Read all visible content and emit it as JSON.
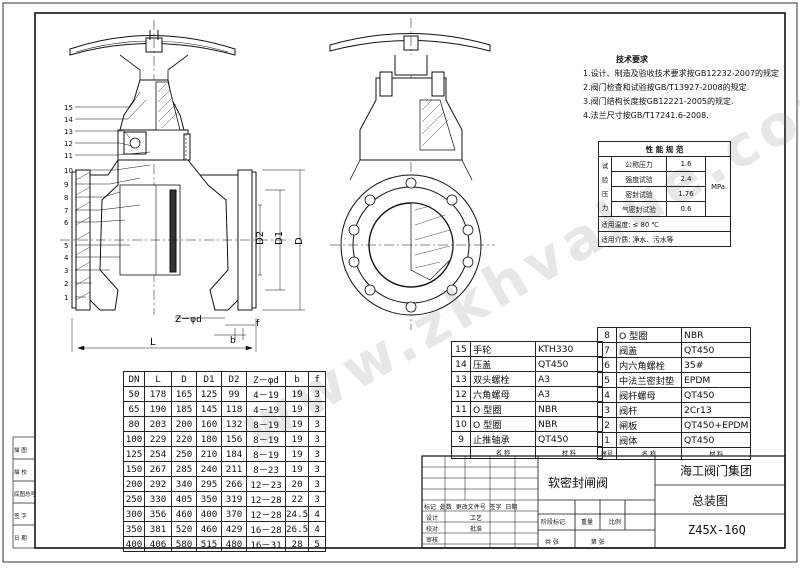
{
  "watermark": "www.zkhvalue.com",
  "technical_requirements": {
    "heading": "技术要求",
    "items": [
      "1.设计、制造及验收技术要求按GB12232-2007的规定",
      "2.阀门检查和试验按GB/T13927-2008的规定.",
      "3.阀门结构长度按GB12221-2005的规定.",
      "4.法兰尺寸按GB/T17241.6-2008."
    ]
  },
  "performance": {
    "heading": "性 能 规 范",
    "side_label": "试 验 压 力",
    "unit": "MPa",
    "rows": [
      {
        "name": "公称压力",
        "value": "1.6"
      },
      {
        "name": "强度试验",
        "value": "2.4"
      },
      {
        "name": "密封试验",
        "value": "1.76"
      },
      {
        "name": "气密封试验",
        "value": "0.6"
      }
    ],
    "temperature": "适用温度: ≤ 80 ℃",
    "medium": "适用介质: 净水、污水等"
  },
  "part_labels_left": [
    "15",
    "14",
    "13",
    "12",
    "11",
    "10",
    "9",
    "8",
    "7",
    "6",
    "5",
    "4",
    "3",
    "2",
    "1"
  ],
  "dimension_labels": {
    "L": "L",
    "D": "D",
    "D1": "D1",
    "D2": "D2",
    "b": "b",
    "f": "f",
    "zd": "Z－φd"
  },
  "dimension_table": {
    "headers": [
      "DN",
      "L",
      "D",
      "D1",
      "D2",
      "Z－φd",
      "b",
      "f"
    ],
    "rows": [
      [
        "50",
        "178",
        "165",
        "125",
        "99",
        "4－19",
        "19",
        "3"
      ],
      [
        "65",
        "190",
        "185",
        "145",
        "118",
        "4－19",
        "19",
        "3"
      ],
      [
        "80",
        "203",
        "200",
        "160",
        "132",
        "8－19",
        "19",
        "3"
      ],
      [
        "100",
        "229",
        "220",
        "180",
        "156",
        "8－19",
        "19",
        "3"
      ],
      [
        "125",
        "254",
        "250",
        "210",
        "184",
        "8－19",
        "19",
        "3"
      ],
      [
        "150",
        "267",
        "285",
        "240",
        "211",
        "8－23",
        "19",
        "3"
      ],
      [
        "200",
        "292",
        "340",
        "295",
        "266",
        "12－23",
        "20",
        "3"
      ],
      [
        "250",
        "330",
        "405",
        "350",
        "319",
        "12－28",
        "22",
        "3"
      ],
      [
        "300",
        "356",
        "460",
        "400",
        "370",
        "12－28",
        "24.5",
        "4"
      ],
      [
        "350",
        "381",
        "520",
        "460",
        "429",
        "16－28",
        "26.5",
        "4"
      ],
      [
        "400",
        "406",
        "580",
        "515",
        "480",
        "16－31",
        "28",
        "5"
      ]
    ]
  },
  "bom_left": {
    "rows": [
      [
        "15",
        "手轮",
        "KTH330"
      ],
      [
        "14",
        "压盖",
        "QT450"
      ],
      [
        "13",
        "双头螺栓",
        "A3"
      ],
      [
        "12",
        "六角螺母",
        "A3"
      ],
      [
        "11",
        "O 型圈",
        "NBR"
      ],
      [
        "10",
        "O 型圈",
        "NBR"
      ],
      [
        "9",
        "止推轴承",
        "QT450"
      ]
    ],
    "footer": [
      "",
      "名 称",
      "材 料"
    ]
  },
  "bom_right": {
    "rows": [
      [
        "8",
        "O 型圈",
        "NBR"
      ],
      [
        "7",
        "阀盖",
        "QT450"
      ],
      [
        "6",
        "内六角螺栓",
        "35#"
      ],
      [
        "5",
        "中法兰密封垫",
        "EPDM"
      ],
      [
        "4",
        "阀杆螺母",
        "QT450"
      ],
      [
        "3",
        "阀杆",
        "2Cr13"
      ],
      [
        "2",
        "闸板",
        "QT450+EPDM"
      ],
      [
        "1",
        "阀体",
        "QT450"
      ]
    ],
    "footer": [
      "序号",
      "名 称",
      "材 料"
    ]
  },
  "title_block": {
    "product_name": "软密封闸阀",
    "company": "海工阀门集团",
    "drawing_title": "总装图",
    "model": "Z45X-16Q",
    "row_labels": [
      "标记",
      "处数",
      "更改文件号",
      "签字",
      "日期"
    ],
    "left_labels": [
      "设计",
      "校对",
      "审核",
      "工艺",
      "批准"
    ],
    "stage_labels": [
      "阶段标记",
      "重量",
      "比例"
    ],
    "sheet_labels": [
      "共 张",
      "第 张"
    ]
  },
  "side_strip": [
    "描 图",
    "描 校",
    "底图总号",
    "签 字",
    "日 期"
  ]
}
